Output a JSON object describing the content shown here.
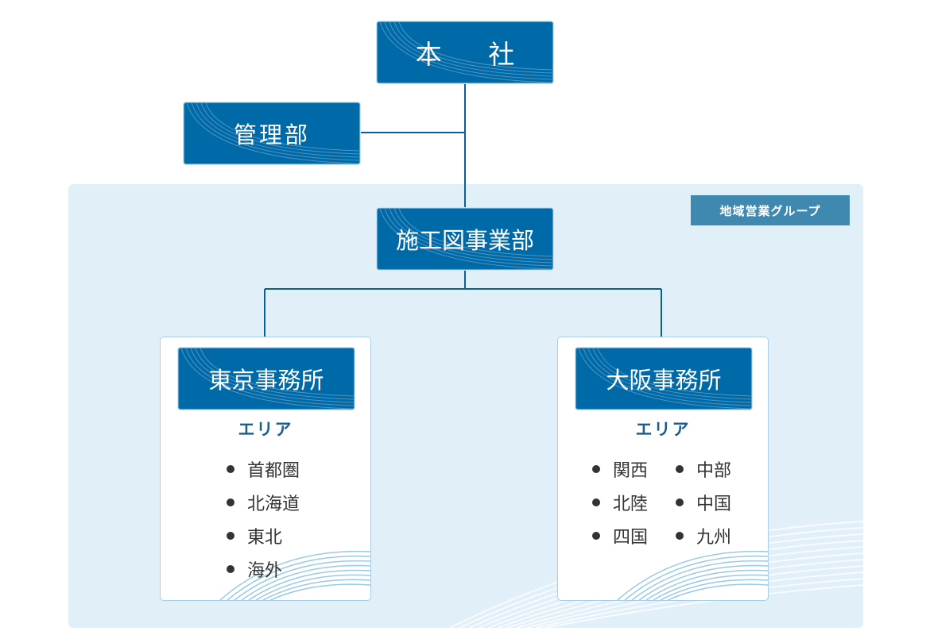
{
  "org": {
    "headquarters": "本 社",
    "admin": "管理部",
    "division": "施工図事業部",
    "group_label": "地域営業グループ"
  },
  "offices": {
    "tokyo": {
      "name": "東京事務所",
      "area_label": "エリア",
      "regions": [
        "首都圏",
        "北海道",
        "東北",
        "海外"
      ]
    },
    "osaka": {
      "name": "大阪事務所",
      "area_label": "エリア",
      "regions_col1": [
        "関西",
        "北陸",
        "四国"
      ],
      "regions_col2": [
        "中部",
        "中国",
        "九州"
      ]
    }
  },
  "colors": {
    "node_fill": "#0069a8",
    "group_background": "#e0eff8",
    "group_label_fill": "#3f88b0",
    "connector": "#0b5f96",
    "area_label_text": "#1a5f8f"
  }
}
